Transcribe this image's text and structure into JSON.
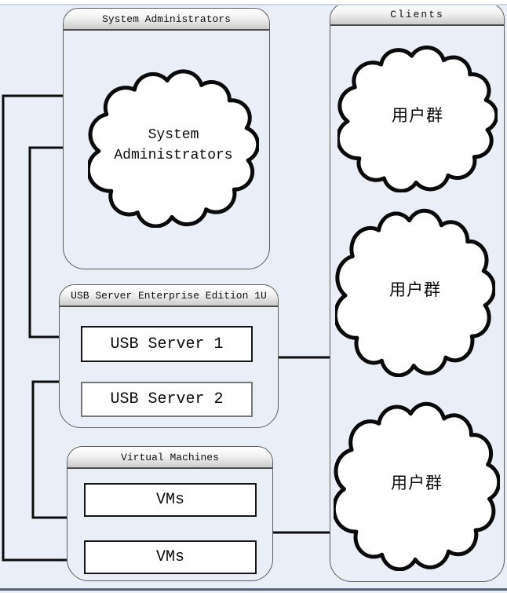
{
  "diagram": {
    "groups": {
      "system_administrators": {
        "title": "System Administrators"
      },
      "clients": {
        "title": "Clients"
      },
      "usb_server": {
        "title": "USB Server Enterprise Edition 1U"
      },
      "virtual_machines": {
        "title": "Virtual Machines"
      }
    },
    "clouds": {
      "system_administrators": {
        "line1": "System",
        "line2": "Administrators"
      },
      "client_group_1": {
        "label": "用户群"
      },
      "client_group_2": {
        "label": "用户群"
      },
      "client_group_3": {
        "label": "用户群"
      }
    },
    "nodes": {
      "usb_server_1": {
        "label": "USB Server 1"
      },
      "usb_server_2": {
        "label": "USB Server 2"
      },
      "vms_1": {
        "label": "VMs"
      },
      "vms_2": {
        "label": "VMs"
      }
    },
    "colors": {
      "background": "#e9eef7",
      "group_fill": "#eaeef7",
      "group_border": "#5c5c5c",
      "header_gradient_top": "#ffffff",
      "header_gradient_bottom": "#cbcbcb",
      "connector": "#0c0c0c",
      "node_fill": "#ffffff",
      "node_border": "#161616",
      "node_border_light": "#787878",
      "top_strip": "#ffffff",
      "bottom_bar": "#52627b"
    }
  }
}
